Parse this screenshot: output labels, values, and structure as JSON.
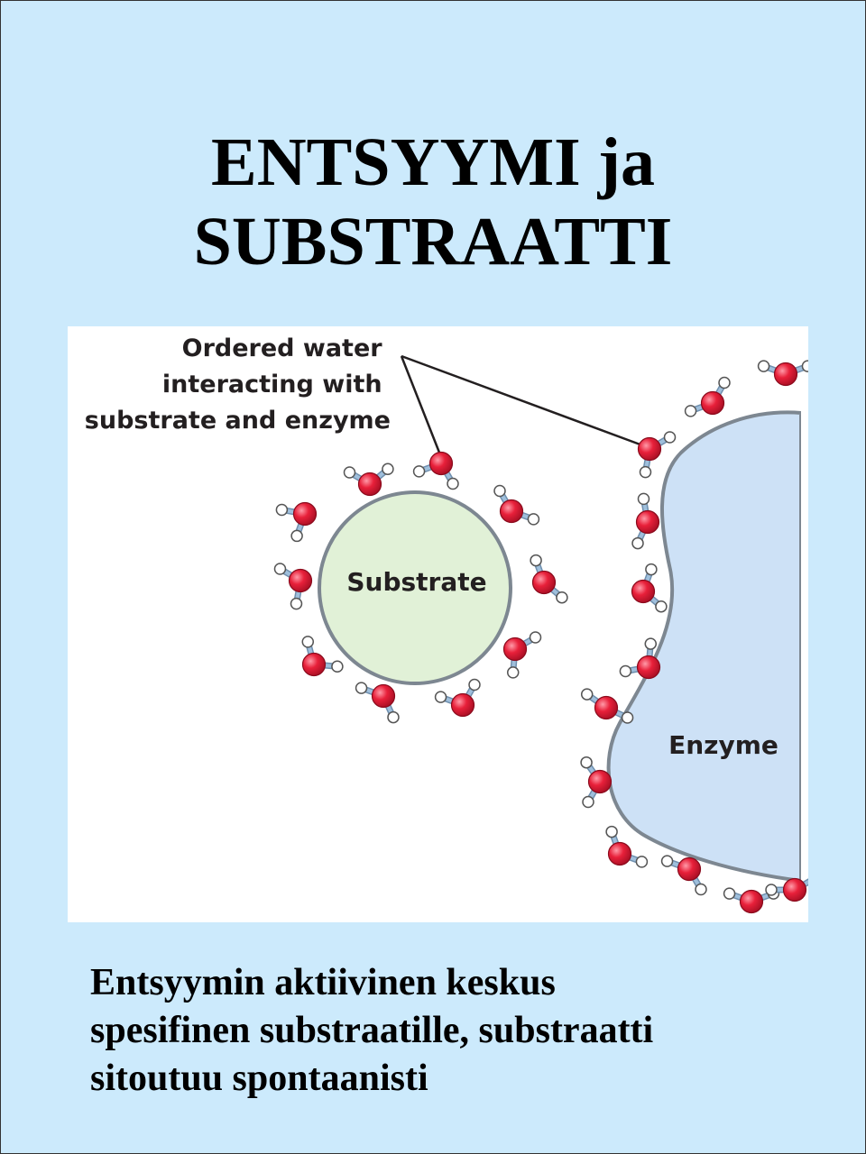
{
  "title": {
    "line1": "ENTSYYMI ja",
    "line2": "SUBSTRAATTI"
  },
  "figure": {
    "callout_lines": [
      "Ordered water",
      "interacting with",
      "substrate and enzyme"
    ],
    "substrate_label": "Substrate",
    "enzyme_label": "Enzyme",
    "colors": {
      "substrate_fill": "#e1f1d7",
      "enzyme_fill": "#cde1f6",
      "outline": "#7d8791",
      "oxygen": "#e8203a",
      "hydrogen": "#ffffff",
      "bond": "#9fbfdc"
    }
  },
  "caption": {
    "line1": "Entsyymin aktiivinen keskus",
    "line2": "spesifinen substraatille, substraatti",
    "line3": "sitoutuu spontaanisti"
  }
}
